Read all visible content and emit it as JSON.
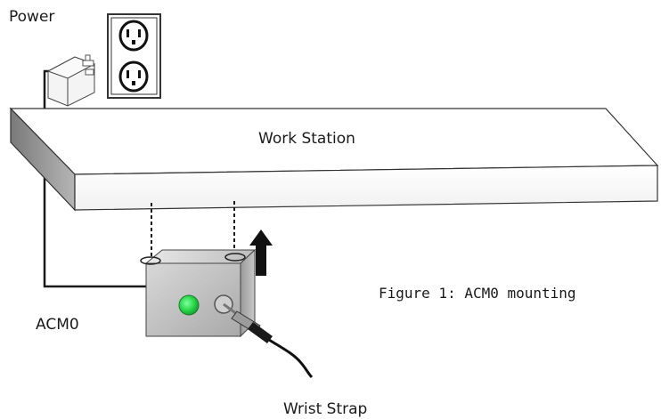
{
  "labels": {
    "power": "Power",
    "work_station": "Work Station",
    "figure_caption": "Figure 1: ACM0 mounting",
    "acm0": "ACM0",
    "wrist_strap": "Wrist Strap"
  },
  "colors": {
    "indicator_led": "#2bd94a",
    "line": "#1a1a1a",
    "box_gray": "#bdbdbd"
  },
  "icons": {
    "outlet": "duplex-power-outlet-icon",
    "adapter": "power-adapter-icon",
    "arrow": "up-arrow-icon"
  }
}
